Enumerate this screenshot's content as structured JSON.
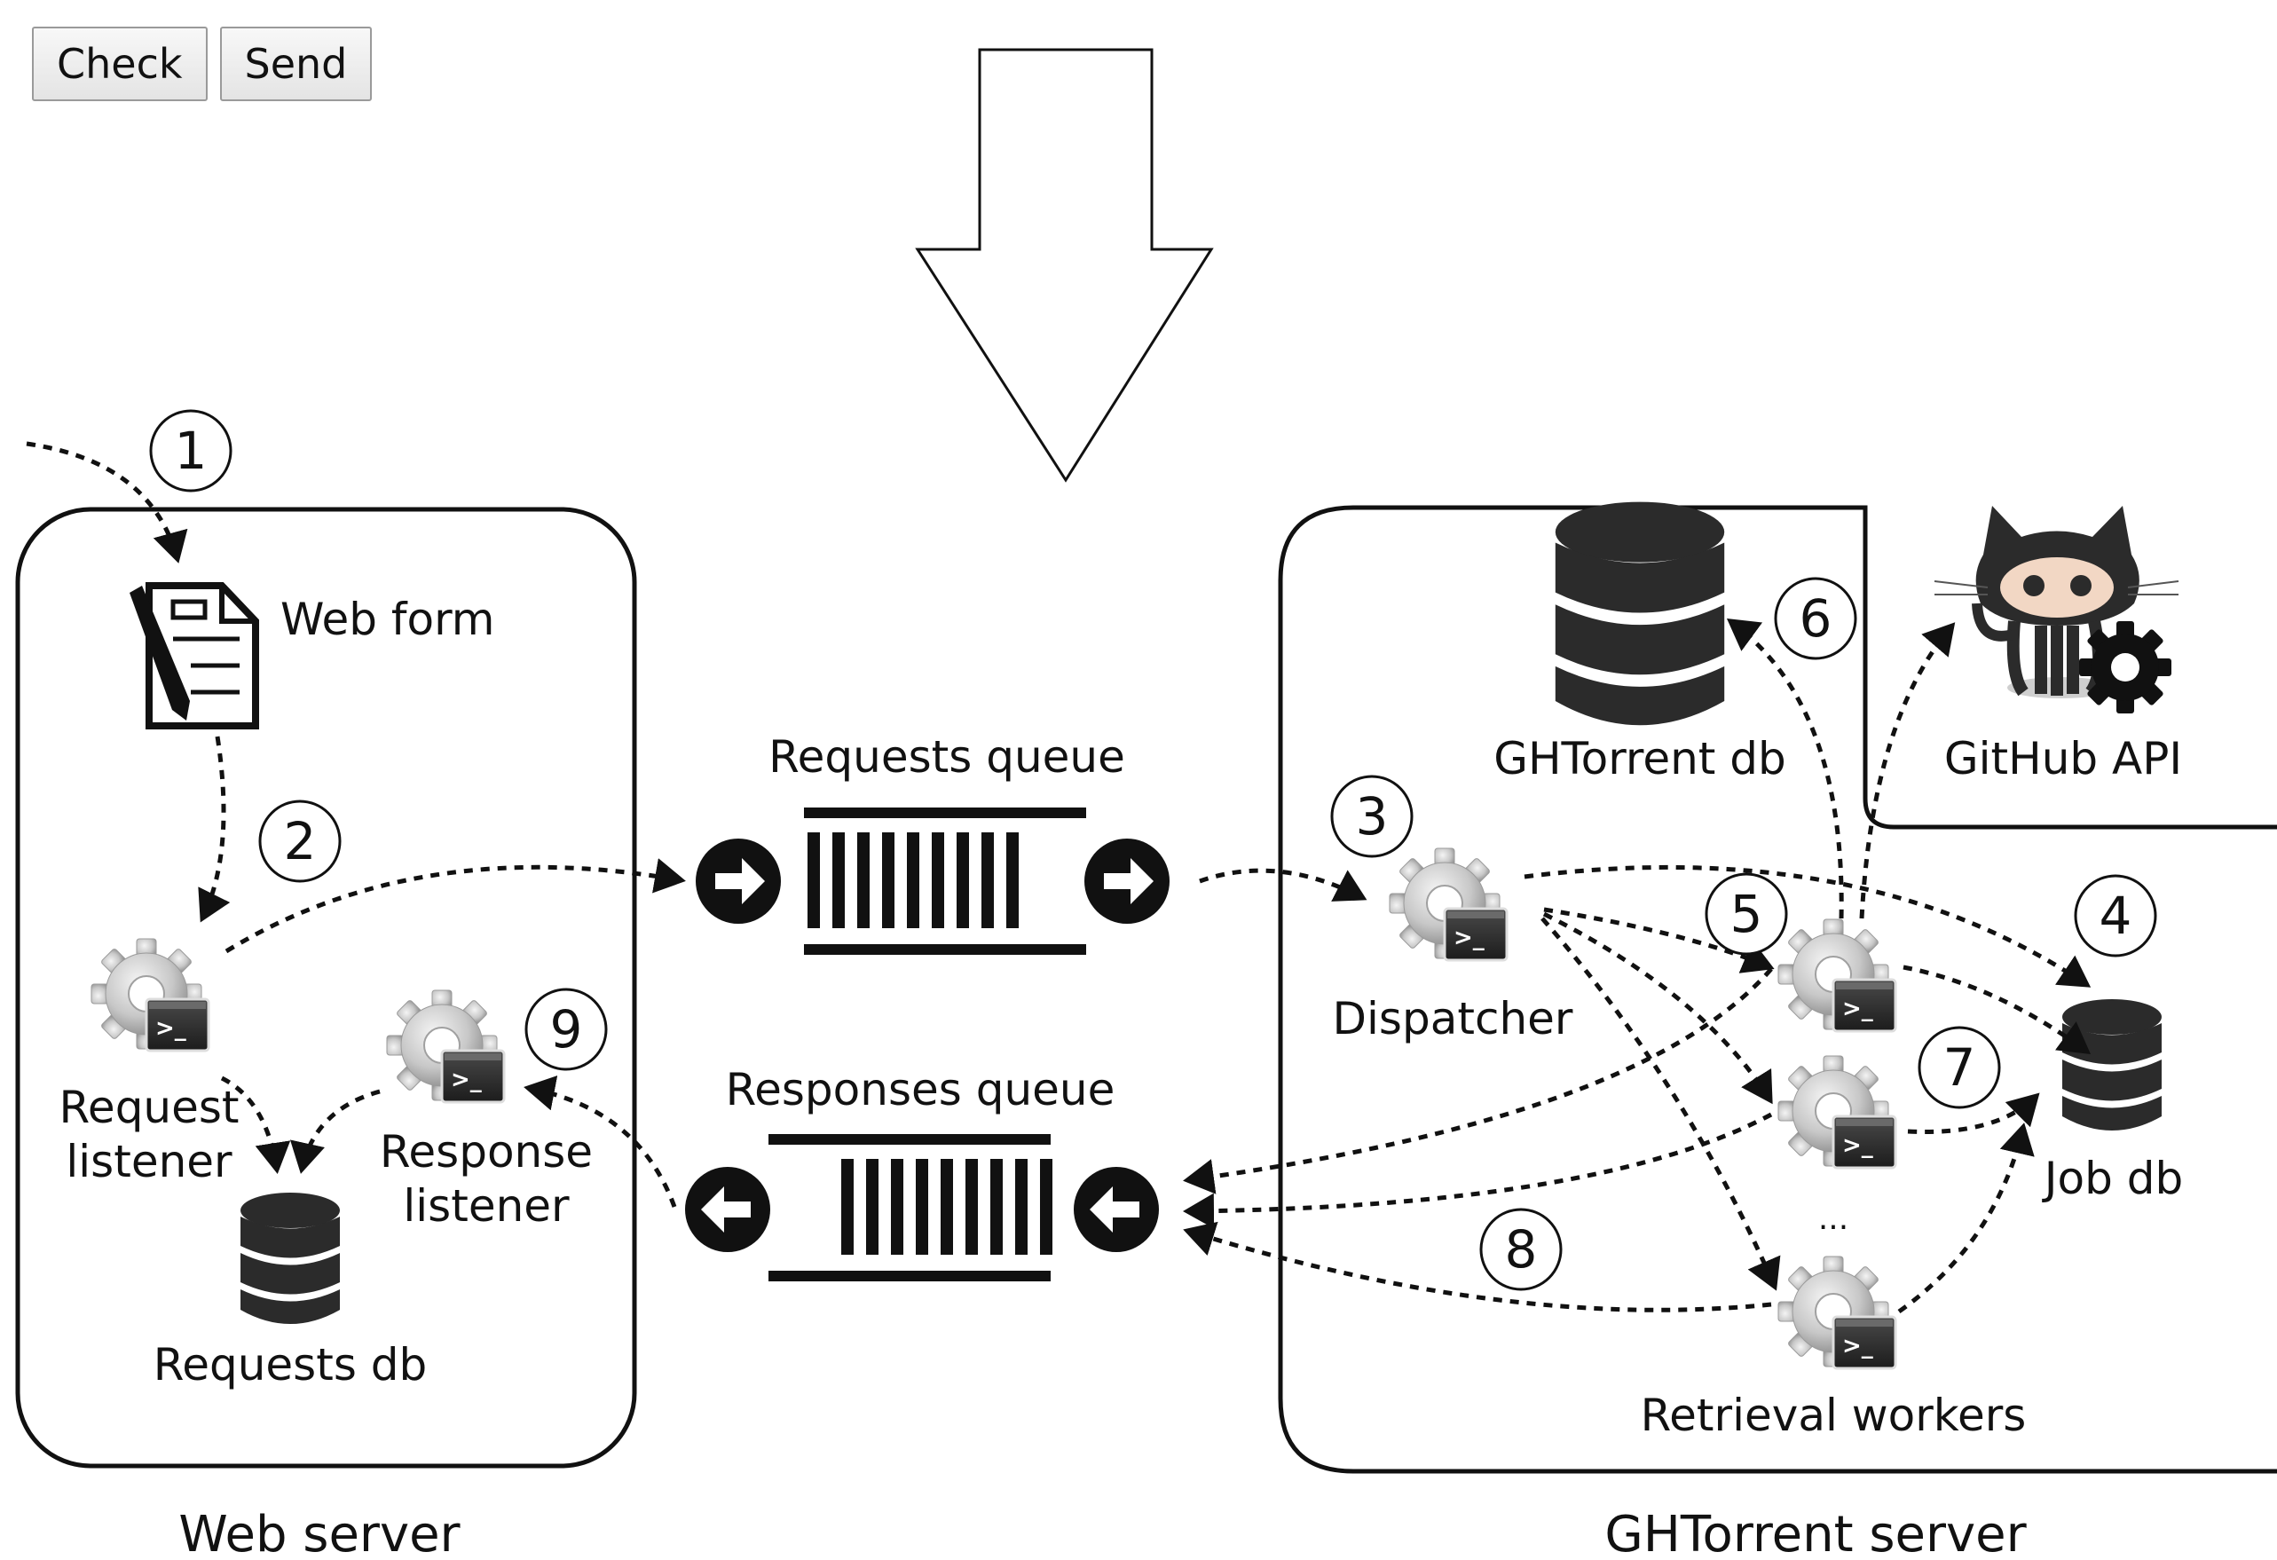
{
  "toolbar": {
    "check_label": "Check",
    "send_label": "Send"
  },
  "diagram": {
    "web_server": {
      "title": "Web server",
      "web_form": "Web form",
      "request_listener_line1": "Request",
      "request_listener_line2": "listener",
      "response_listener_line1": "Response",
      "response_listener_line2": "listener",
      "requests_db": "Requests db"
    },
    "queues": {
      "requests_queue": "Requests queue",
      "responses_queue": "Responses queue"
    },
    "ghtorrent_server": {
      "title": "GHTorrent server",
      "ghtorrent_db": "GHTorrent db",
      "github_api": "GitHub API",
      "dispatcher": "Dispatcher",
      "job_db": "Job db",
      "retrieval_workers": "Retrieval workers",
      "ellipsis": "..."
    },
    "steps": [
      "1",
      "2",
      "3",
      "4",
      "5",
      "6",
      "7",
      "8",
      "9"
    ]
  }
}
